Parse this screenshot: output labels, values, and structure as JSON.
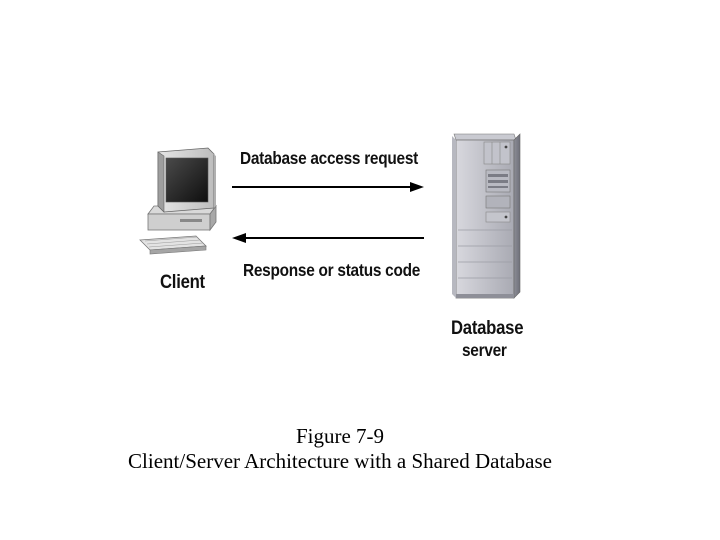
{
  "diagram": {
    "client_label": "Client",
    "server_label_line1": "Database",
    "server_label_line2": "server",
    "request_label": "Database access request",
    "response_label": "Response or status code"
  },
  "caption": {
    "number": "Figure 7-9",
    "title": "Client/Server Architecture with a Shared Database"
  }
}
